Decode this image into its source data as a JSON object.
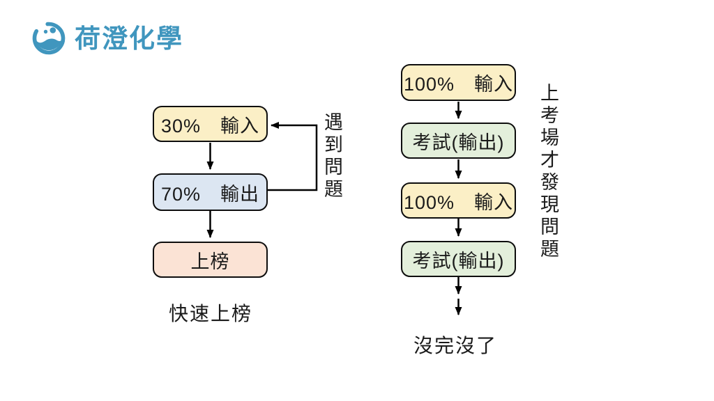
{
  "logo": {
    "brand": "荷澄化學",
    "brand_color": "#4096be",
    "icon": "beaker-smile-icon"
  },
  "left_flow": {
    "boxes": [
      {
        "label": "30%　輸入",
        "fill": "#FBEFC6"
      },
      {
        "label": "70%　輸出",
        "fill": "#DCE6F2"
      },
      {
        "label": "上榜",
        "fill": "#FBE3D5"
      }
    ],
    "loop_label": "遇到問題",
    "caption": "快速上榜"
  },
  "right_flow": {
    "boxes": [
      {
        "label": "100%　輸入",
        "fill": "#FBEFC6"
      },
      {
        "label": "考試(輸出)",
        "fill": "#E3EFDB"
      },
      {
        "label": "100%　輸入",
        "fill": "#FBEFC6"
      },
      {
        "label": "考試(輸出)",
        "fill": "#E3EFDB"
      }
    ],
    "side_label": "上考場才發現問題",
    "caption": "沒完沒了"
  },
  "colors": {
    "line": "#000000",
    "border": "#0d0d0d",
    "background": "#FFFFFF"
  }
}
